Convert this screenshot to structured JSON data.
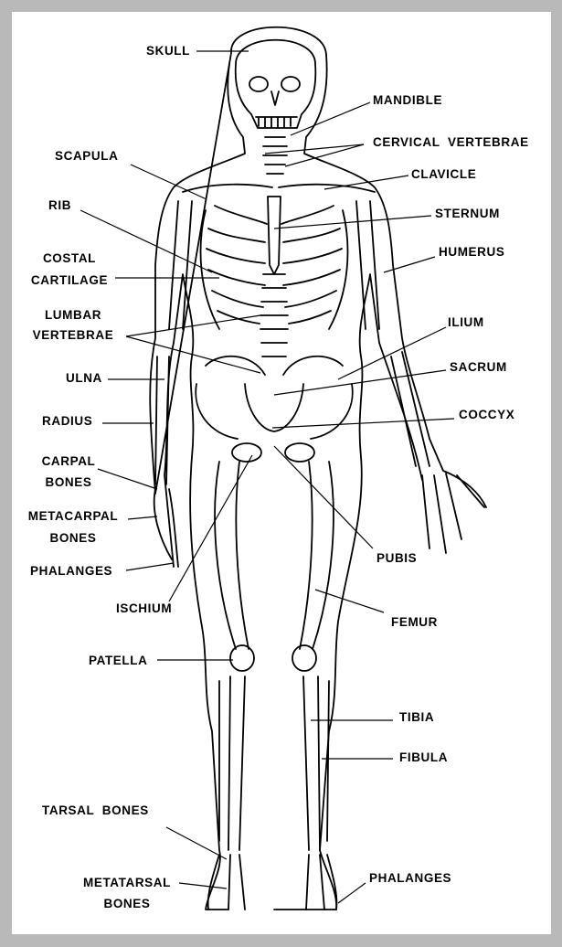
{
  "labels": {
    "skull": "SKULL",
    "mandible": "MANDIBLE",
    "cervical_vertebrae": "CERVICAL  VERTEBRAE",
    "scapula": "SCAPULA",
    "clavicle": "CLAVICLE",
    "rib": "RIB",
    "sternum": "STERNUM",
    "costal_line1": "COSTAL",
    "costal_line2": "CARTILAGE",
    "humerus": "HUMERUS",
    "lumbar_line1": "LUMBAR",
    "lumbar_line2": "VERTEBRAE",
    "ilium": "ILIUM",
    "ulna": "ULNA",
    "sacrum": "SACRUM",
    "radius": "RADIUS",
    "coccyx": "COCCYX",
    "carpal_line1": "CARPAL",
    "carpal_line2": "BONES",
    "metacarpal_line1": "METACARPAL",
    "metacarpal_line2": "BONES",
    "phalanges_hand": "PHALANGES",
    "pubis": "PUBIS",
    "ischium": "ISCHIUM",
    "femur": "FEMUR",
    "patella": "PATELLA",
    "tibia": "TIBIA",
    "fibula": "FIBULA",
    "tarsal": "TARSAL  BONES",
    "phalanges_foot": "PHALANGES",
    "metatarsal_line1": "METATARSAL",
    "metatarsal_line2": "BONES"
  }
}
